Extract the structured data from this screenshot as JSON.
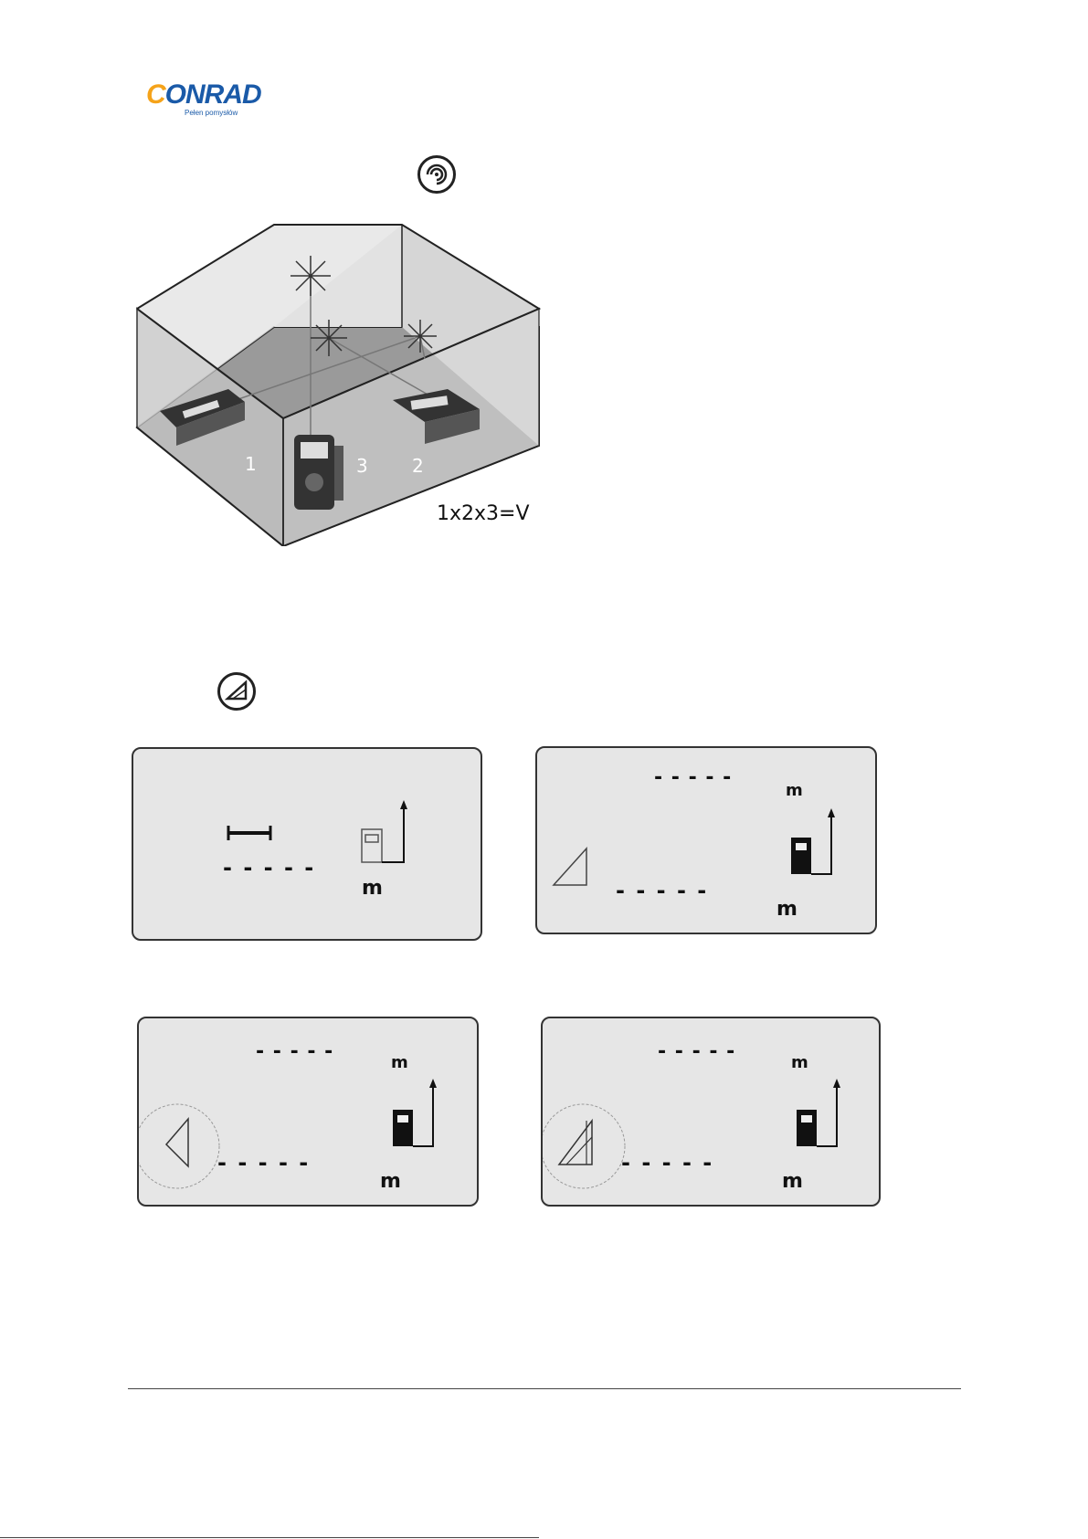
{
  "logo": {
    "brand": "ONRAD",
    "brand_initial": "C",
    "tagline": "Pełen pomysłów"
  },
  "volume_figure": {
    "labels": [
      "1",
      "3",
      "2"
    ],
    "formula": "1x2x3=V"
  },
  "lcd_panels": [
    {
      "readings": [
        {
          "value": "- - - - -",
          "unit": "m"
        }
      ]
    },
    {
      "readings": [
        {
          "value": "- - - - -",
          "unit": "m"
        },
        {
          "value": "- - - - -",
          "unit": "m"
        }
      ]
    },
    {
      "readings": [
        {
          "value": "- - - - -",
          "unit": "m"
        },
        {
          "value": "- - - - -",
          "unit": "m"
        }
      ]
    },
    {
      "readings": [
        {
          "value": "- - - - -",
          "unit": "m"
        },
        {
          "value": "- - - - -",
          "unit": "m"
        }
      ]
    }
  ],
  "colors": {
    "brand_blue": "#1a5aa8",
    "brand_orange": "#f5a31a",
    "lcd_bg": "#e6e6e6"
  },
  "icons": [
    "volume-mode-icon",
    "pythagoras-mode-icon"
  ]
}
